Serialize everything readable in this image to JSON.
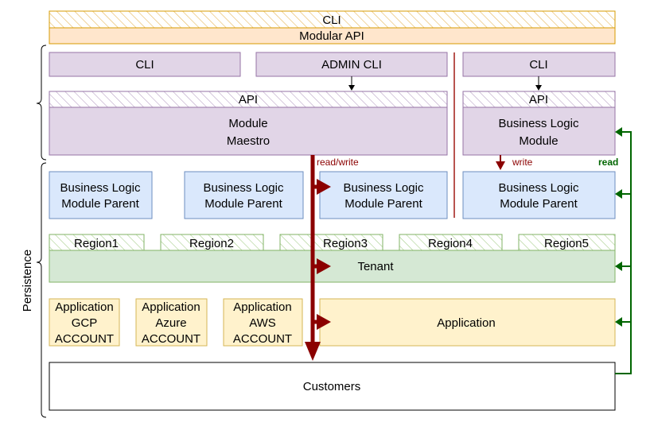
{
  "colors": {
    "purple_fill": "#e1d5e7",
    "purple_stroke": "#9673a6",
    "blue_fill": "#dae8fc",
    "blue_stroke": "#6c8ebf",
    "green_fill": "#d5e8d4",
    "green_stroke": "#82b366",
    "orange_fill": "#ffe6cc",
    "orange_stroke": "#d79b00",
    "yellow_fill": "#fff2cc",
    "yellow_stroke": "#d6b656",
    "dark_red": "#8b0000",
    "divider_red": "#b85450",
    "green_arrow": "#006600"
  },
  "top": {
    "cli": "CLI",
    "modular_api": "Modular API"
  },
  "maestro": {
    "cli": "CLI",
    "admin_cli": "ADMIN CLI",
    "api": "API",
    "module_line1": "Module",
    "module_line2": "Maestro"
  },
  "business_logic": {
    "cli": "CLI",
    "api": "API",
    "module_line1": "Business Logic",
    "module_line2": "Module"
  },
  "parents": [
    {
      "line1": "Business Logic",
      "line2": "Module Parent"
    },
    {
      "line1": "Business Logic",
      "line2": "Module Parent"
    },
    {
      "line1": "Business Logic",
      "line2": "Module Parent"
    },
    {
      "line1": "Business Logic",
      "line2": "Module Parent"
    }
  ],
  "regions": [
    "Region1",
    "Region2",
    "Region3",
    "Region4",
    "Region5"
  ],
  "tenant": "Tenant",
  "accounts": [
    {
      "line1": "Application",
      "line2": "GCP",
      "line3": "ACCOUNT"
    },
    {
      "line1": "Application",
      "line2": "Azure",
      "line3": "ACCOUNT"
    },
    {
      "line1": "Application",
      "line2": "AWS",
      "line3": "ACCOUNT"
    }
  ],
  "application": "Application",
  "customers": "Customers",
  "labels": {
    "read_write": "read/write",
    "write": "write",
    "read": "read",
    "persistence": "Persistence"
  }
}
